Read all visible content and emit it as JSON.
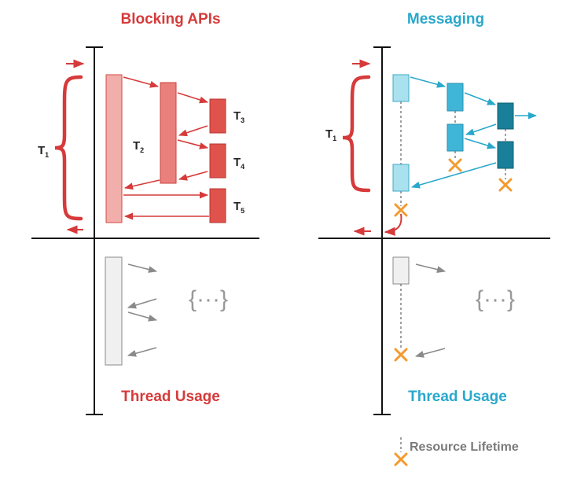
{
  "left_panel": {
    "title": "Blocking APIs",
    "bottom_title": "Thread Usage",
    "thread_labels": [
      "T",
      "T",
      "T",
      "T",
      "T"
    ],
    "thread_subscripts": [
      "1",
      "2",
      "3",
      "4",
      "5"
    ],
    "placeholder": "{···}"
  },
  "right_panel": {
    "title": "Messaging",
    "bottom_title": "Thread Usage",
    "thread_label": "T",
    "thread_subscript": "1",
    "placeholder": "{···}"
  },
  "legend": {
    "label": "Resource Lifetime"
  },
  "colors": {
    "red_title": "#d63a3a",
    "blue_title": "#29a8cc",
    "red_light": "#f2aeaa",
    "red_mid": "#ea807b",
    "red_dark": "#e0524c",
    "blue_light": "#a9e1ee",
    "blue_mid": "#3fb6d8",
    "blue_dark": "#1a7f99",
    "gray": "#8a8a8a",
    "orange": "#f39a2e"
  }
}
